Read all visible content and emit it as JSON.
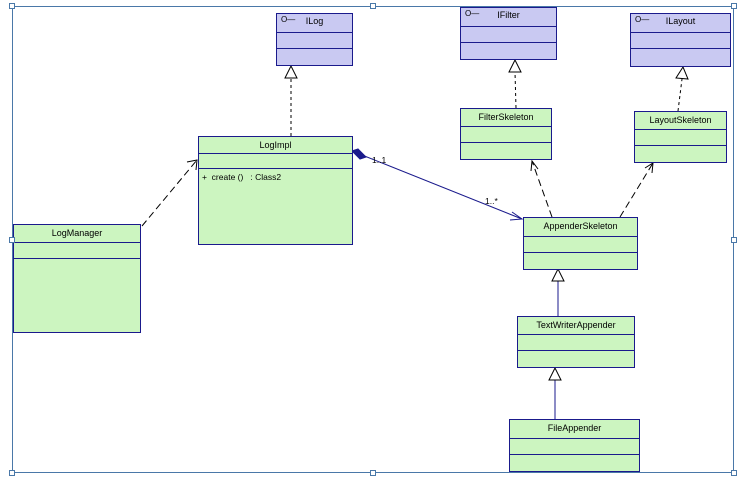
{
  "diagram": {
    "classes": [
      {
        "id": "ilog",
        "name": "ILog",
        "kind": "interface"
      },
      {
        "id": "ifilter",
        "name": "IFilter",
        "kind": "interface"
      },
      {
        "id": "ilayout",
        "name": "ILayout",
        "kind": "interface"
      },
      {
        "id": "logimpl",
        "name": "LogImpl",
        "kind": "class",
        "operations": [
          "+  create ()   : Class2"
        ]
      },
      {
        "id": "filterskeleton",
        "name": "FilterSkeleton",
        "kind": "class"
      },
      {
        "id": "layoutskeleton",
        "name": "LayoutSkeleton",
        "kind": "class"
      },
      {
        "id": "logmanager",
        "name": "LogManager",
        "kind": "class"
      },
      {
        "id": "appenderskeleton",
        "name": "AppenderSkeleton",
        "kind": "class"
      },
      {
        "id": "textwriterappender",
        "name": "TextWriterAppender",
        "kind": "class"
      },
      {
        "id": "fileappender",
        "name": "FileAppender",
        "kind": "class"
      }
    ],
    "lollipop_symbol": "O—",
    "relations": [
      {
        "type": "realization",
        "from": "logimpl",
        "to": "ilog"
      },
      {
        "type": "realization",
        "from": "filterskeleton",
        "to": "ifilter"
      },
      {
        "type": "realization",
        "from": "layoutskeleton",
        "to": "ilayout"
      },
      {
        "type": "dependency",
        "from": "logmanager",
        "to": "logimpl"
      },
      {
        "type": "dependency",
        "from": "appenderskeleton",
        "to": "filterskeleton"
      },
      {
        "type": "dependency",
        "from": "appenderskeleton",
        "to": "layoutskeleton"
      },
      {
        "type": "composition",
        "from": "logimpl",
        "to": "appenderskeleton",
        "source_multiplicity": "1..1",
        "target_multiplicity": "1..*"
      },
      {
        "type": "generalization",
        "from": "textwriterappender",
        "to": "appenderskeleton"
      },
      {
        "type": "generalization",
        "from": "fileappender",
        "to": "textwriterappender"
      }
    ],
    "colors": {
      "class_fill": "#ccf5c0",
      "interface_fill": "#c9c9f2",
      "border": "#1a1a8c",
      "frame": "#4a78a8"
    }
  }
}
